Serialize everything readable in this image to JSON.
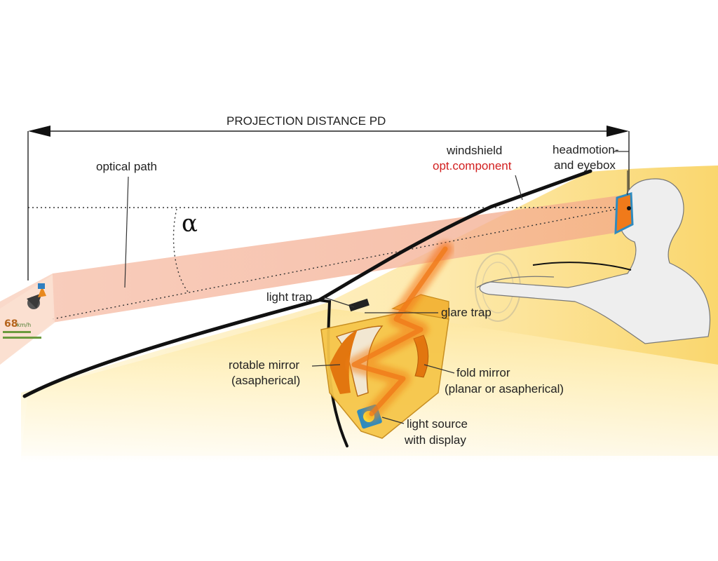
{
  "title": "PROJECTION DISTANCE   PD",
  "labels": {
    "optical_path": "optical path",
    "alpha": "α",
    "windshield": "windshield",
    "opt_component": "opt.component",
    "headmotion": "headmotion-",
    "eyebox": "and eyebox",
    "light_trap": "light trap",
    "glare_trap": "glare trap",
    "rotable_mirror": "rotable mirror",
    "rotable_mirror_sub": "(asapherical)",
    "fold_mirror": "fold mirror",
    "fold_mirror_sub": "(planar or asapherical)",
    "light_source": "light source",
    "light_source_sub": "with display"
  },
  "virtual_image": {
    "speed": "68",
    "speed_unit": "km/h"
  },
  "colors": {
    "beam": "#f7c4b0",
    "dash_fill": "#ffe9a8",
    "light_ray": "#f07a1a",
    "windshield": "#111111",
    "highlight_red": "#d21f1f",
    "hud_housing": "#f5c242",
    "eyebox": "#2e8bc0"
  }
}
